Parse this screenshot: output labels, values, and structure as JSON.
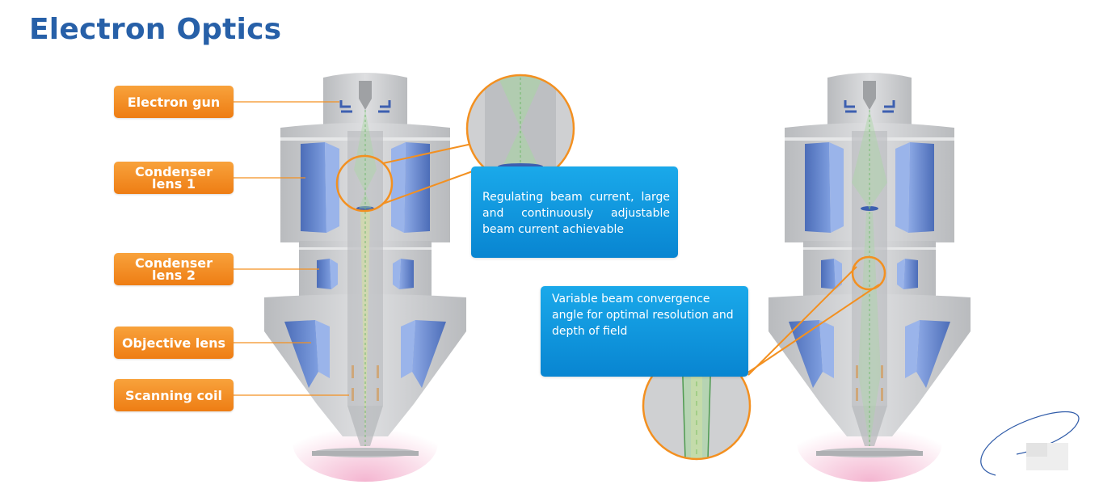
{
  "title": "Electron Optics",
  "labels": [
    {
      "line1": "Electron gun",
      "line2": ""
    },
    {
      "line1": "Condenser",
      "line2": "lens 1"
    },
    {
      "line1": "Condenser",
      "line2": "lens 2"
    },
    {
      "line1": "Objective lens",
      "line2": ""
    },
    {
      "line1": "Scanning coil",
      "line2": ""
    }
  ],
  "callouts": [
    {
      "text": "Regulating beam current, large and continuously adjustable beam current achievable"
    },
    {
      "text": "Variable beam convergence angle for optimal resolution and depth of field"
    }
  ],
  "colors": {
    "title": "#2760a8",
    "label": "#f39020",
    "callout": "#0a8fdc",
    "lens": "#5a7fc8",
    "column": "#c9cacc",
    "beam": "#7fc27a"
  }
}
